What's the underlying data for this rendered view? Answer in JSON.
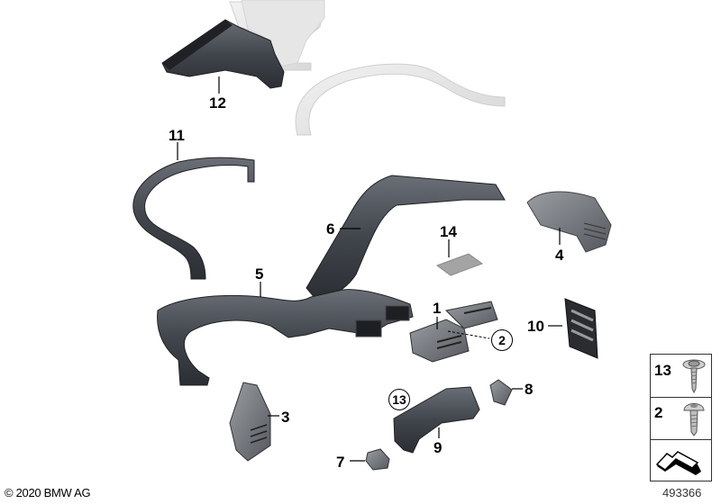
{
  "diagram": {
    "subject": "Air ducts / vents exploded parts diagram",
    "parts": [
      {
        "id": "1",
        "label": "1"
      },
      {
        "id": "2",
        "label": "2",
        "circled": true
      },
      {
        "id": "3",
        "label": "3"
      },
      {
        "id": "4",
        "label": "4"
      },
      {
        "id": "5",
        "label": "5"
      },
      {
        "id": "6",
        "label": "6"
      },
      {
        "id": "7",
        "label": "7"
      },
      {
        "id": "8",
        "label": "8"
      },
      {
        "id": "9",
        "label": "9"
      },
      {
        "id": "10",
        "label": "10"
      },
      {
        "id": "11",
        "label": "11"
      },
      {
        "id": "12",
        "label": "12"
      },
      {
        "id": "13",
        "label": "13",
        "circled": true
      },
      {
        "id": "14",
        "label": "14"
      }
    ],
    "legend": {
      "items": [
        {
          "label": "13",
          "icon": "screw-washer-head-icon"
        },
        {
          "label": "2",
          "icon": "screw-round-head-icon"
        },
        {
          "label": "",
          "icon": "forward-arrow-icon"
        }
      ]
    },
    "footer": {
      "copyright": "© 2020 BMW AG",
      "diagram_number": "493366"
    }
  }
}
